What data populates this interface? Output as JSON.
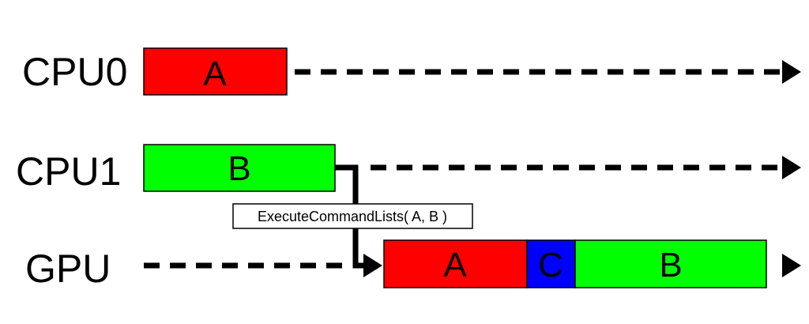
{
  "diagram": {
    "rows": [
      {
        "label": "CPU0"
      },
      {
        "label": "CPU1"
      },
      {
        "label": "GPU"
      }
    ],
    "blocks": {
      "cpu0_a": {
        "label": "A",
        "color": "#ff0000"
      },
      "cpu1_b": {
        "label": "B",
        "color": "#00ff00"
      },
      "gpu_a": {
        "label": "A",
        "color": "#ff0000"
      },
      "gpu_c": {
        "label": "C",
        "color": "#0000ff"
      },
      "gpu_b": {
        "label": "B",
        "color": "#00ff00"
      }
    },
    "call_label": "ExecuteCommandLists( A, B )"
  }
}
